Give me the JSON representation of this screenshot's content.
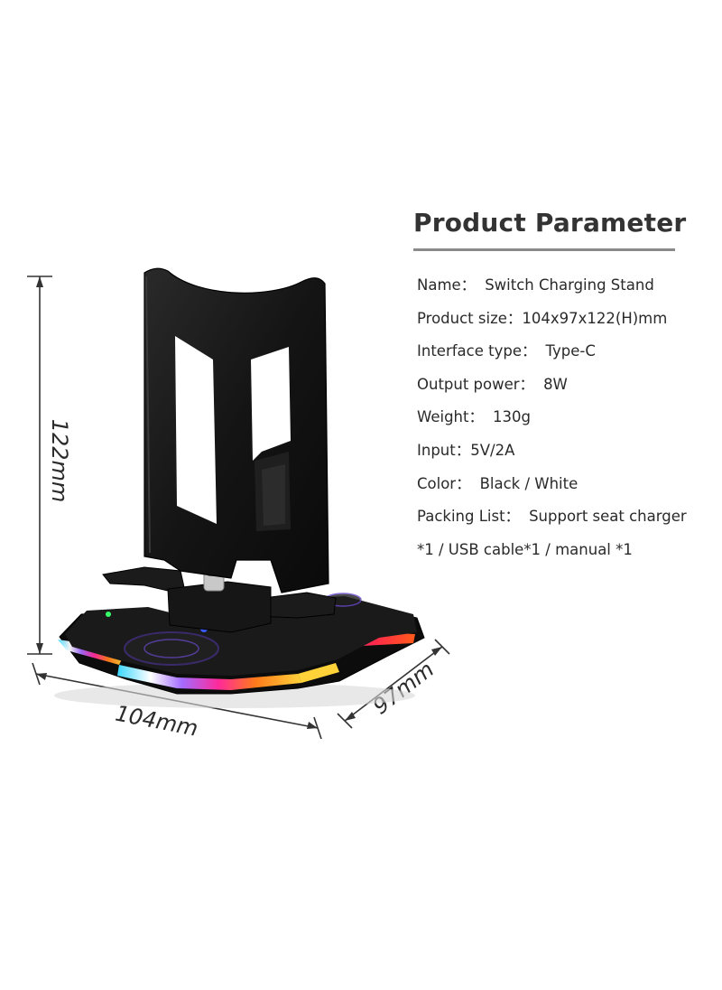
{
  "product_image": {
    "alt": "Switch charging stand with RGB base",
    "dimensions": {
      "height": "122mm",
      "width": "104mm",
      "depth": "97mm"
    }
  },
  "params": {
    "title": "Product Parameter",
    "rows": [
      {
        "label": "Name：",
        "value": "Switch Charging Stand"
      },
      {
        "label": "Product size：",
        "value": "104x97x122(H)mm"
      },
      {
        "label": "Interface type：",
        "value": "Type-C"
      },
      {
        "label": "Output power：",
        "value": "8W"
      },
      {
        "label": "Weight：",
        "value": "130g"
      },
      {
        "label": "Input：",
        "value": "5V/2A"
      },
      {
        "label": "Color：",
        "value": "Black / White"
      },
      {
        "label": "Packing List：",
        "value": "Support seat charger"
      },
      {
        "label": "",
        "value": "*1  / USB cable*1  /  manual *1"
      }
    ]
  },
  "colors": {
    "stand": "#141414",
    "rgb_glow": [
      "#ff2a9a",
      "#ff7a1a",
      "#ffd23a",
      "#a36bff",
      "#3ad6ff"
    ],
    "divider": "#8a8a8a"
  }
}
